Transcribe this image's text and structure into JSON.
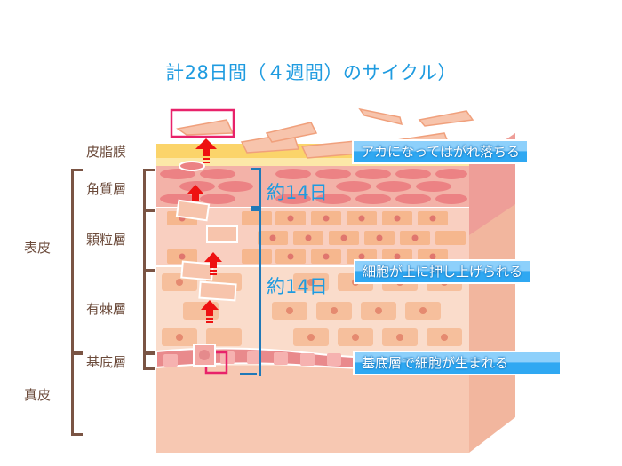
{
  "title": "計28日間（４週間）のサイクル）",
  "layers": {
    "sebum": "皮脂膜",
    "stratum_corneum": "角質層",
    "stratum_granulosum": "顆粒層",
    "stratum_spinosum": "有棘層",
    "stratum_basale": "基底層"
  },
  "groups": {
    "epidermis": "表皮",
    "dermis": "真皮"
  },
  "durations": {
    "upper": "約14日",
    "lower": "約14日"
  },
  "callouts": {
    "shed": "アカになってはがれ落ちる",
    "pushed": "細胞が上に押し上げられる",
    "born": "基底層で細胞が生まれる"
  },
  "colors": {
    "title": "#1e9be0",
    "label": "#6b4a3a",
    "bracket_brown": "#7a5444",
    "bracket_blue": "#2079b8",
    "arrow_red": "#ee1111",
    "highlight_pink": "#e8226a",
    "corneum": "#f4a8a0",
    "granular": "#f8c8b4",
    "spinous": "#f9d8c4",
    "basal": "#e98a8c",
    "dermis": "#f7c8b2",
    "sebum": "#fbd46a"
  }
}
